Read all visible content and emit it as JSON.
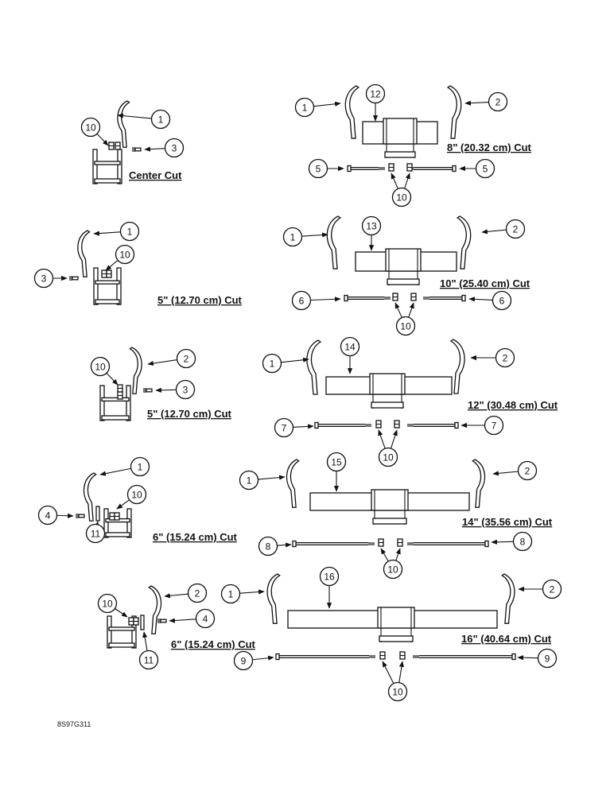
{
  "figure_code": "8S97G311",
  "assemblies": [
    {
      "id": "center",
      "cut_label": "Center Cut",
      "parts": [
        "1",
        "10",
        "3"
      ]
    },
    {
      "id": "cut5a",
      "cut_label": "5\" (12.70 cm) Cut",
      "parts": [
        "1",
        "10",
        "3"
      ]
    },
    {
      "id": "cut5b",
      "cut_label": "5\" (12.70 cm) Cut",
      "parts": [
        "2",
        "10",
        "3"
      ]
    },
    {
      "id": "cut6a",
      "cut_label": "6\" (15.24 cm) Cut",
      "parts": [
        "1",
        "10",
        "4",
        "11"
      ]
    },
    {
      "id": "cut6b",
      "cut_label": "6\" (15.24 cm) Cut",
      "parts": [
        "2",
        "10",
        "4",
        "11"
      ]
    },
    {
      "id": "cut8",
      "cut_label": "8\" (20.32 cm) Cut",
      "parts": [
        "1",
        "12",
        "2",
        "5",
        "5",
        "10"
      ]
    },
    {
      "id": "cut10",
      "cut_label": "10\" (25.40 cm) Cut",
      "parts": [
        "1",
        "13",
        "2",
        "6",
        "6",
        "10"
      ]
    },
    {
      "id": "cut12",
      "cut_label": "12\" (30.48 cm) Cut",
      "parts": [
        "1",
        "14",
        "2",
        "7",
        "7",
        "10"
      ]
    },
    {
      "id": "cut14",
      "cut_label": "14\" (35.56 cm) Cut",
      "parts": [
        "1",
        "15",
        "2",
        "8",
        "8",
        "10"
      ]
    },
    {
      "id": "cut16",
      "cut_label": "16\" (40.64 cm) Cut",
      "parts": [
        "1",
        "16",
        "2",
        "9",
        "9",
        "10"
      ]
    }
  ]
}
